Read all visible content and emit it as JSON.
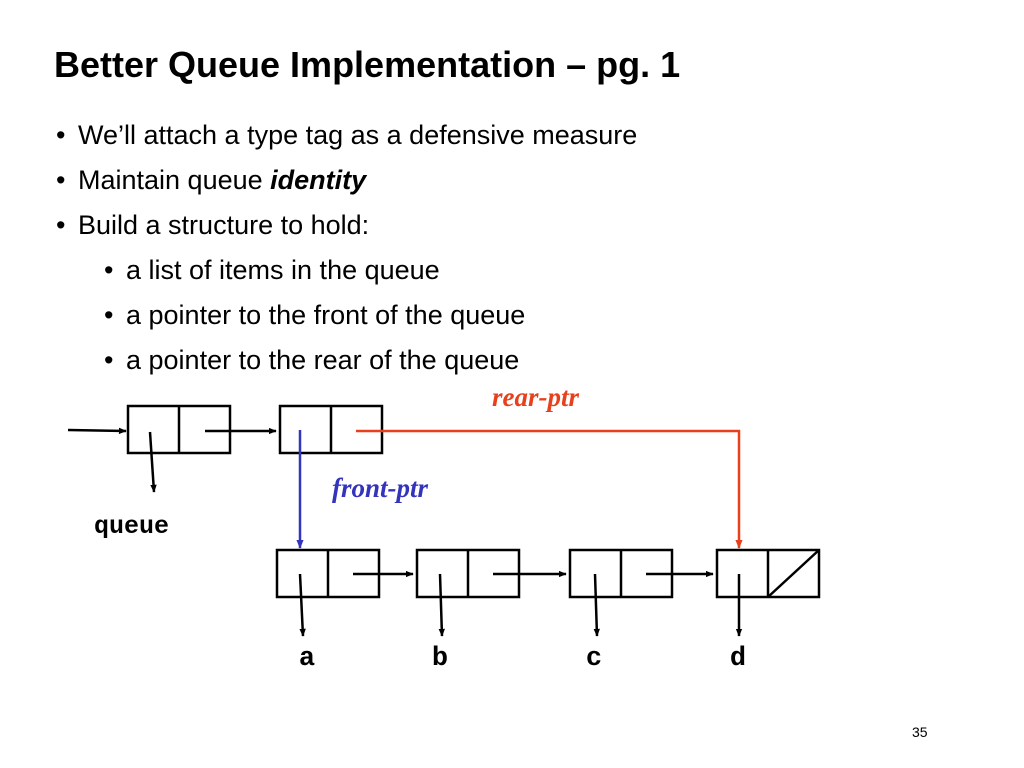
{
  "slide": {
    "title": "Better Queue Implementation – pg. 1",
    "bullets": [
      {
        "text": "We’ll attach a type tag as a defensive measure"
      },
      {
        "text": "Maintain queue ",
        "emphasis": "identity"
      },
      {
        "text": "Build a structure to hold:"
      }
    ],
    "sub_bullets": [
      "a list of items in the queue",
      "a pointer to the front of the queue",
      "a pointer to the rear of the queue"
    ],
    "page_number": "35"
  },
  "diagram": {
    "queue_label": "queue",
    "front_ptr_label": "front-ptr",
    "rear_ptr_label": "rear-ptr",
    "items": [
      "a",
      "b",
      "c",
      "d"
    ],
    "colors": {
      "ink": "#000000",
      "front_ptr": "#3333bb",
      "rear_ptr": "#e8401c"
    }
  }
}
